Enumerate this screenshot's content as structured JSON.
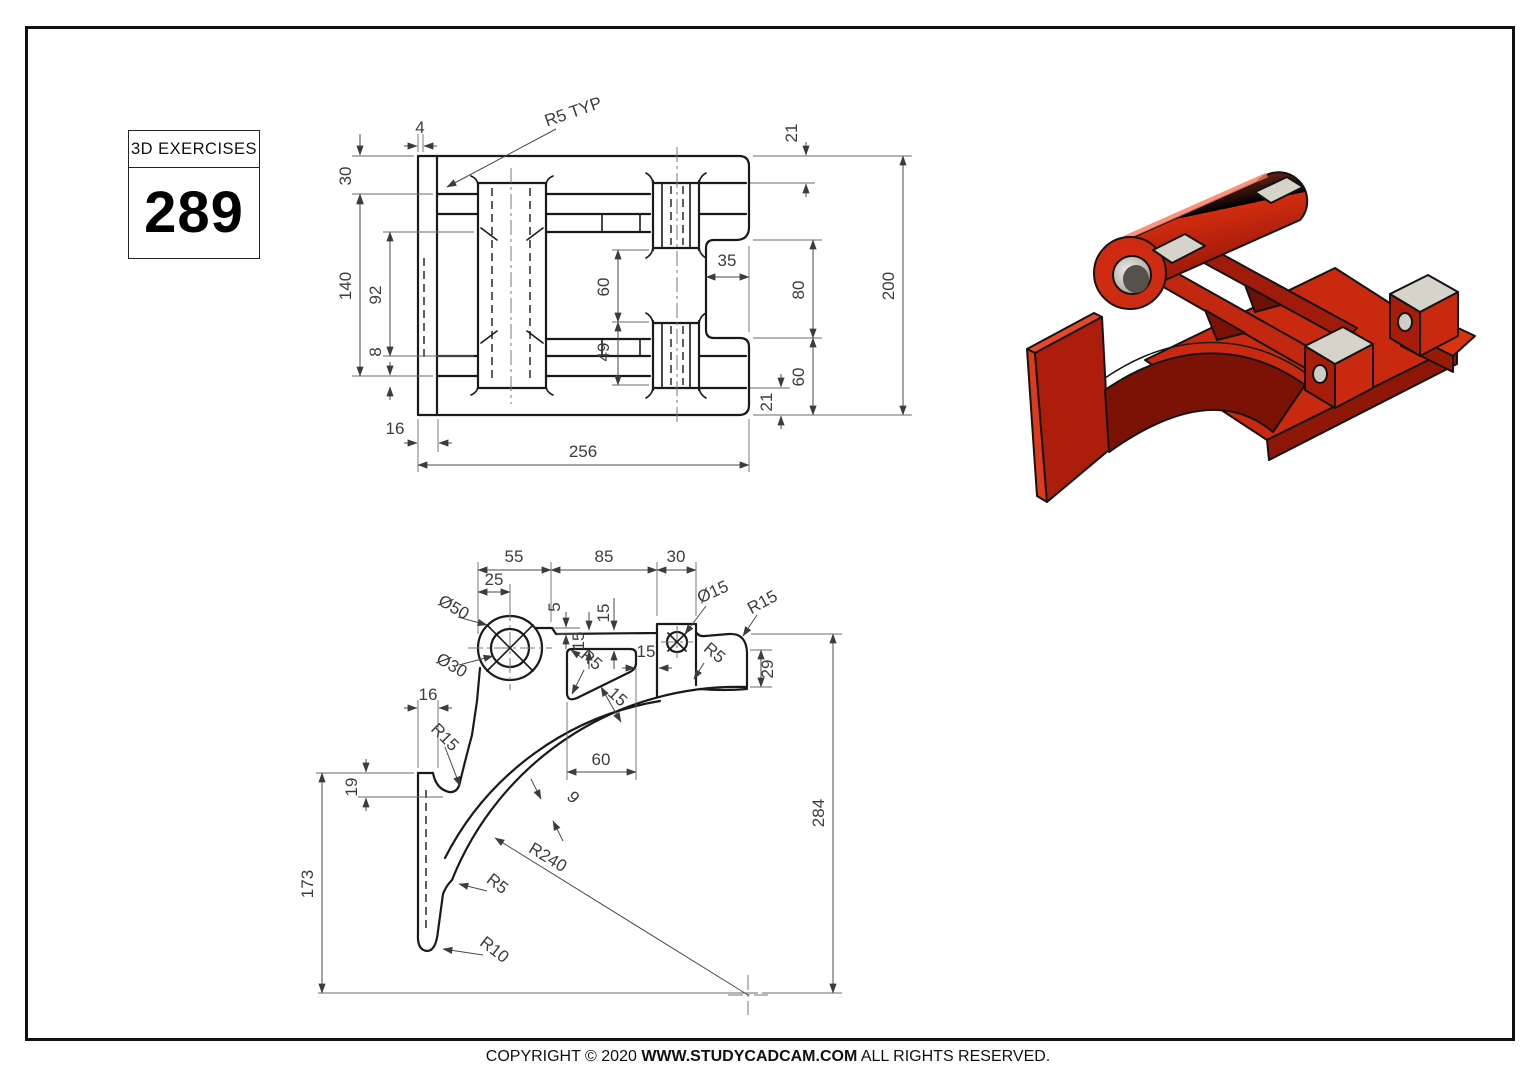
{
  "title_box": {
    "label": "3D EXERCISES",
    "number": "289"
  },
  "footer": {
    "pre": "COPYRIGHT © 2020 ",
    "site": "WWW.STUDYCADCAM.COM",
    "post": " ALL RIGHTS RESERVED."
  },
  "top_view": {
    "dims": {
      "w4": "4",
      "r5typ": "R5 TYP",
      "t30": "30",
      "t140": "140",
      "t92": "92",
      "t8": "8",
      "m60": "60",
      "m49": "49",
      "n35": "35",
      "r21a": "21",
      "r80": "80",
      "r60": "60",
      "r21b": "21",
      "r200": "200",
      "b16": "16",
      "b256": "256"
    }
  },
  "front_view": {
    "dims": {
      "c55": "55",
      "c85": "85",
      "c30": "30",
      "c25": "25",
      "dia50": "Ø50",
      "dia30": "Ø30",
      "dia15": "Ø15",
      "s5": "5",
      "s15a": "15",
      "s15b": "15",
      "s15c": "15",
      "s15d": "15",
      "r15a": "R15",
      "r15b": "R15",
      "r5a": "R5",
      "r5b": "R5",
      "r5c": "R5",
      "r10": "R10",
      "v29": "29",
      "v284": "284",
      "v19": "19",
      "v173": "173",
      "h16": "16",
      "h60": "60",
      "w9": "9",
      "r240": "R240"
    }
  },
  "iso_view": {
    "part": "red cast bracket with bore hub, cylinder, two drilled bosses and arched base",
    "colors": {
      "body": "#cf2a12",
      "body_bright": "#e8472a",
      "body_dark": "#8f1708",
      "body_deep": "#6f1006",
      "pad_gray": "#d6d3ca",
      "bore_gray": "#b9b7b0",
      "outline": "#141414"
    }
  }
}
